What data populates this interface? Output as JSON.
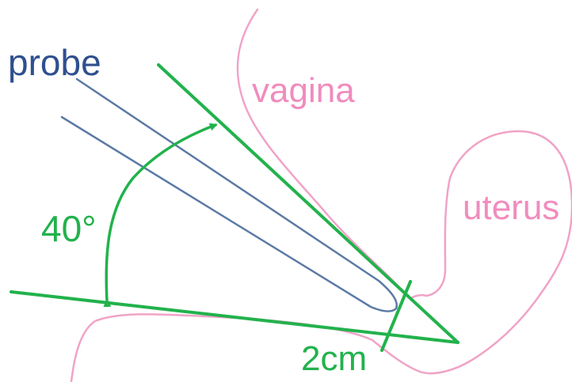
{
  "labels": {
    "probe": "probe",
    "vagina": "vagina",
    "uterus": "uterus",
    "angle": "40°",
    "distance": "2cm"
  },
  "colors": {
    "probe": "#5b7aa6",
    "probe_label": "#2f4f8f",
    "anatomy": "#f0a3c6",
    "anatomy_label": "#f08cbe",
    "measure": "#22b24c"
  }
}
